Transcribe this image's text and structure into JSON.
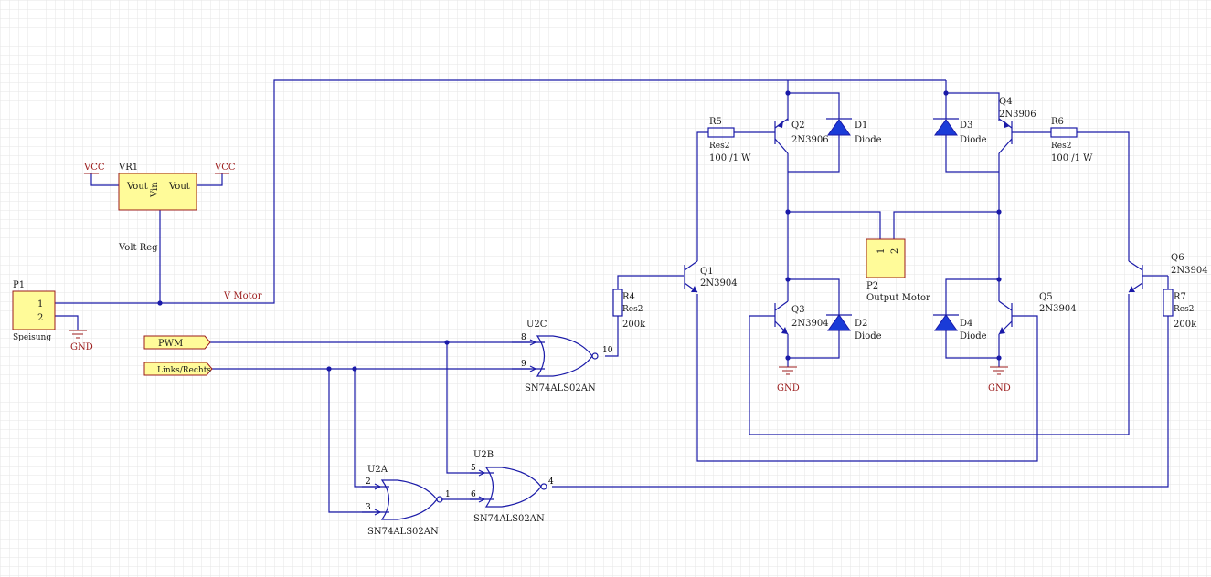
{
  "colors": {
    "wire": "#1a1aa8",
    "part_outline": "#9b1b1b",
    "box_fill": "#fffb99",
    "diode_fill": "#1a3bd8",
    "grid": "#e6e6e6",
    "label": "#1a1a1a"
  },
  "vr1": {
    "ref": "VR1",
    "pin_left": "Vout",
    "pin_mid": "Vin",
    "pin_right": "Vout",
    "value": "Volt Reg",
    "vcc_left": "VCC",
    "vcc_right": "VCC"
  },
  "p1": {
    "ref": "P1",
    "pin1": "1",
    "pin2": "2",
    "value": "Speisung",
    "gnd": "GND"
  },
  "net_vmotor": "V Motor",
  "ports": {
    "pwm": "PWM",
    "links": "Links/Rechts"
  },
  "u2c": {
    "ref": "U2C",
    "in_a": "8",
    "in_b": "9",
    "out": "10",
    "value": "SN74ALS02AN"
  },
  "u2a": {
    "ref": "U2A",
    "in_a": "2",
    "in_b": "3",
    "out": "1",
    "value": "SN74ALS02AN"
  },
  "u2b": {
    "ref": "U2B",
    "in_a": "5",
    "in_b": "6",
    "out": "4",
    "value": "SN74ALS02AN"
  },
  "r4": {
    "ref": "R4",
    "type": "Res2",
    "value": "200k"
  },
  "r5": {
    "ref": "R5",
    "type": "Res2",
    "value": "100 /1 W"
  },
  "r6": {
    "ref": "R6",
    "type": "Res2",
    "value": "100 /1 W"
  },
  "r7": {
    "ref": "R7",
    "type": "Res2",
    "value": "200k"
  },
  "q1": {
    "ref": "Q1",
    "value": "2N3904"
  },
  "q2": {
    "ref": "Q2",
    "value": "2N3906"
  },
  "q3": {
    "ref": "Q3",
    "value": "2N3904"
  },
  "q4": {
    "ref": "Q4",
    "value": "2N3906"
  },
  "q5": {
    "ref": "Q5",
    "value": "2N3904"
  },
  "q6": {
    "ref": "Q6",
    "value": "2N3904"
  },
  "d1": {
    "ref": "D1",
    "value": "Diode"
  },
  "d2": {
    "ref": "D2",
    "value": "Diode"
  },
  "d3": {
    "ref": "D3",
    "value": "Diode"
  },
  "d4": {
    "ref": "D4",
    "value": "Diode"
  },
  "p2": {
    "ref": "P2",
    "pin1": "1",
    "pin2": "2",
    "value": "Output Motor"
  },
  "gnd_q3": "GND",
  "gnd_q5": "GND"
}
